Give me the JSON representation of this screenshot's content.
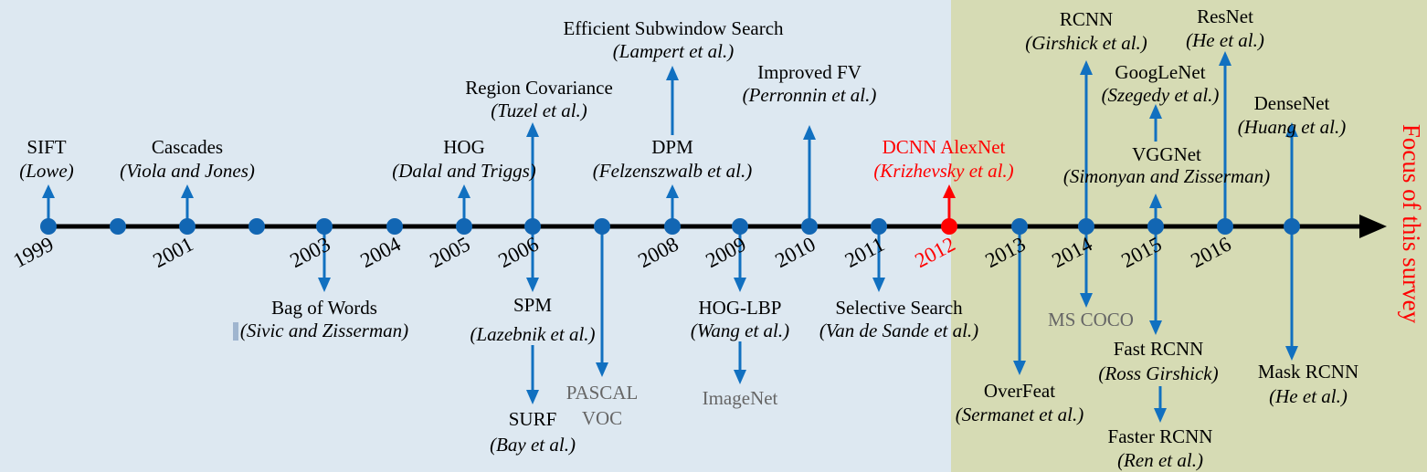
{
  "years": [
    "1999",
    "2001",
    "2003",
    "2004",
    "2005",
    "2006",
    "2008",
    "2009",
    "2010",
    "2011",
    "2012",
    "2013",
    "2014",
    "2015",
    "2016"
  ],
  "highlight_year": "2012",
  "focus_label": "Focus of this survey",
  "colors": {
    "left_background": "#dde8f1",
    "right_background": "#d6dbb4",
    "arrow_blue": "#1170c0",
    "dot_blue": "#1266b3",
    "highlight_red": "#ff0000",
    "dataset_gray": "#666666"
  },
  "above": [
    {
      "name": "SIFT",
      "authors": "(Lowe)"
    },
    {
      "name": "Cascades",
      "authors": "(Viola and Jones)"
    },
    {
      "name": "HOG",
      "authors": "(Dalal and Triggs)"
    },
    {
      "name": "Region Covariance",
      "authors": "(Tuzel et al.)"
    },
    {
      "name": "DPM",
      "authors": "(Felzenszwalb et al.)"
    },
    {
      "name": "Efficient Subwindow Search",
      "authors": "(Lampert et al.)"
    },
    {
      "name": "Improved FV",
      "authors": "(Perronnin et al.)"
    },
    {
      "name": "DCNN AlexNet",
      "authors": "(Krizhevsky et al.)"
    },
    {
      "name": "RCNN",
      "authors": "(Girshick et al.)"
    },
    {
      "name": "VGGNet",
      "authors": "(Simonyan and Zisserman)"
    },
    {
      "name": "GoogLeNet",
      "authors": "(Szegedy et al.)"
    },
    {
      "name": "ResNet",
      "authors": "(He et al.)"
    },
    {
      "name": "DenseNet",
      "authors": "(Huang et al.)"
    }
  ],
  "below": [
    {
      "name": "Bag of Words",
      "authors": "(Sivic and Zisserman)"
    },
    {
      "name": "SPM",
      "authors": "(Lazebnik et al.)"
    },
    {
      "name": "SURF",
      "authors": "(Bay et al.)"
    },
    {
      "name": "HOG-LBP",
      "authors": "(Wang et al.)"
    },
    {
      "name": "Selective Search",
      "authors": "(Van de Sande et al.)"
    },
    {
      "name": "OverFeat",
      "authors": "(Sermanet et al.)"
    },
    {
      "name": "Fast RCNN",
      "authors": "(Ross Girshick)"
    },
    {
      "name": "Faster RCNN",
      "authors": "(Ren et al.)"
    },
    {
      "name": "Mask RCNN",
      "authors": "(He et al.)"
    }
  ],
  "datasets": [
    "PASCAL",
    "VOC",
    "ImageNet",
    "MS COCO"
  ]
}
